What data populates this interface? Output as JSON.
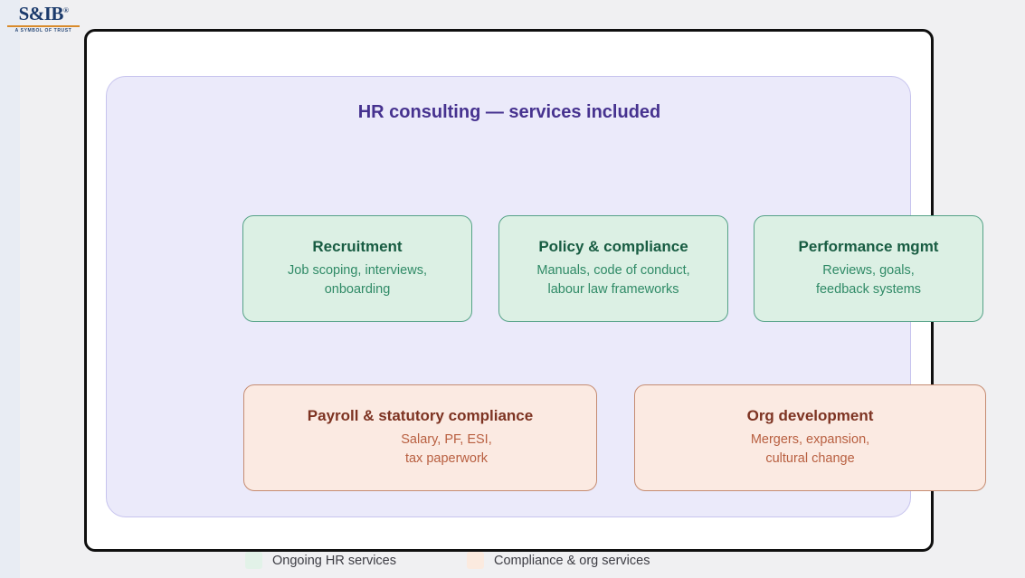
{
  "brand": {
    "mark": "S&IB",
    "trademark": "®",
    "tagline": "A SYMBOL OF TRUST"
  },
  "panel": {
    "title": "HR consulting — services included",
    "title_color": "#46328f",
    "background_color": "#ebeafa"
  },
  "cards": {
    "row1": [
      {
        "title": "Recruitment",
        "desc": "Job scoping, interviews,\nonboarding",
        "category": "green"
      },
      {
        "title": "Policy & compliance",
        "desc": "Manuals, code of conduct,\nlabour law frameworks",
        "category": "green"
      },
      {
        "title": "Performance mgmt",
        "desc": "Reviews, goals,\nfeedback systems",
        "category": "green"
      }
    ],
    "row2": [
      {
        "title": "Payroll & statutory compliance",
        "desc": "Salary, PF, ESI,\ntax paperwork",
        "category": "peach"
      },
      {
        "title": "Org development",
        "desc": "Mergers, expansion,\ncultural change",
        "category": "peach"
      }
    ]
  },
  "legend": [
    {
      "label": "Ongoing HR services",
      "swatch_color": "#e2f2e8"
    },
    {
      "label": "Compliance & org services",
      "swatch_color": "#fbeadf"
    }
  ],
  "colors": {
    "green_fill": "#dcf0e4",
    "green_border": "#55a287",
    "green_title": "#185c42",
    "green_text": "#2f8a66",
    "peach_fill": "#fbeae2",
    "peach_border": "#c58c72",
    "peach_title": "#7d3322",
    "peach_text": "#b85f40",
    "frame_border": "#101010",
    "page_background": "#f0f0f2"
  }
}
